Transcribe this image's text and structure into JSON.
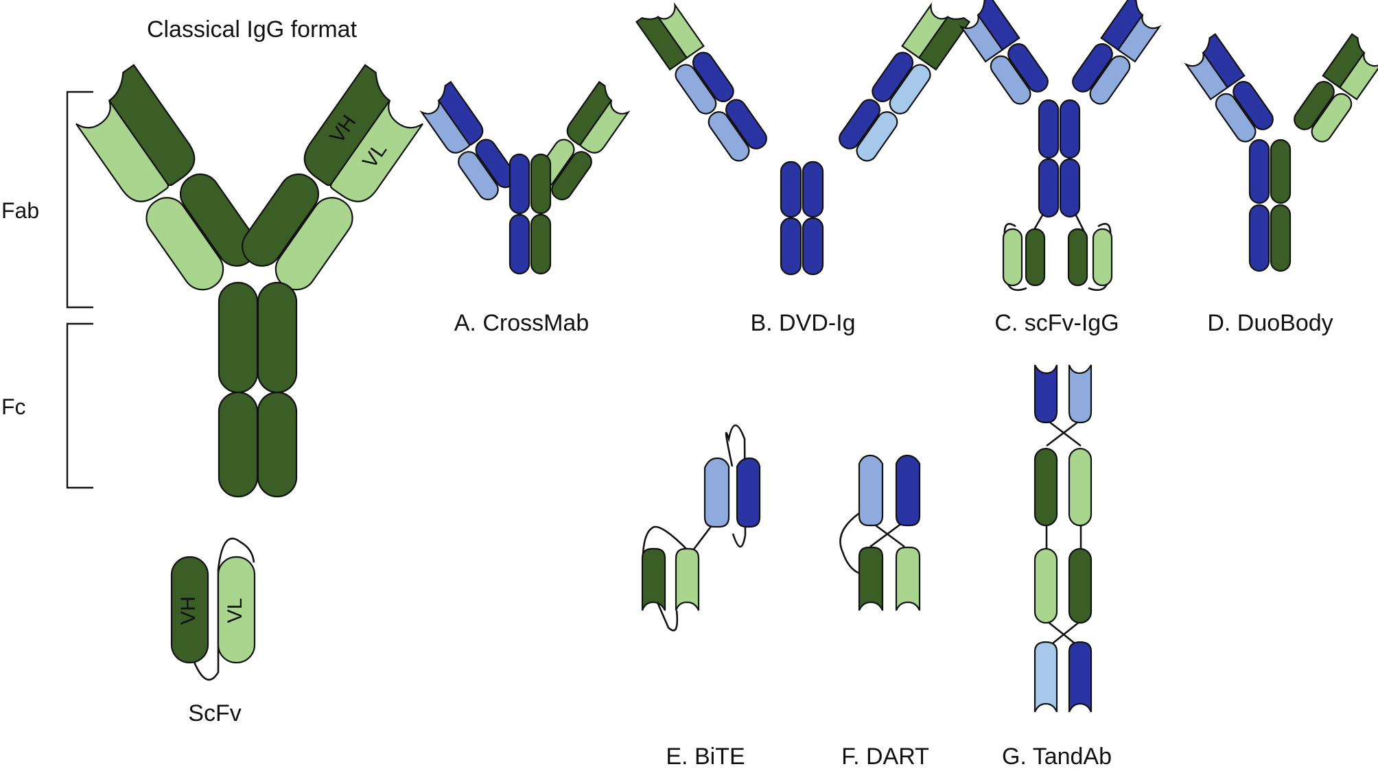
{
  "colors": {
    "heavy_dark_green": "#3a5e25",
    "light_green": "#a9d58e",
    "dark_blue": "#2a34a3",
    "light_blue": "#8faadd",
    "pale_blue": "#a6c8ea",
    "outline": "#111111"
  },
  "figure": {
    "classical_title": "Classical IgG format",
    "region_labels": {
      "fab": "Fab",
      "fc": "Fc"
    },
    "domain_labels": {
      "vh": "VH",
      "vl": "VL"
    },
    "captions": {
      "scfv": "ScFv",
      "crossmab": "A. CrossMab",
      "dvd_ig": "B. DVD-Ig",
      "scfv_igg": "C. scFv-IgG",
      "duobody": "D. DuoBody",
      "bite": "E. BiTE",
      "dart": "F. DART",
      "tandab": "G. TandAb"
    }
  }
}
